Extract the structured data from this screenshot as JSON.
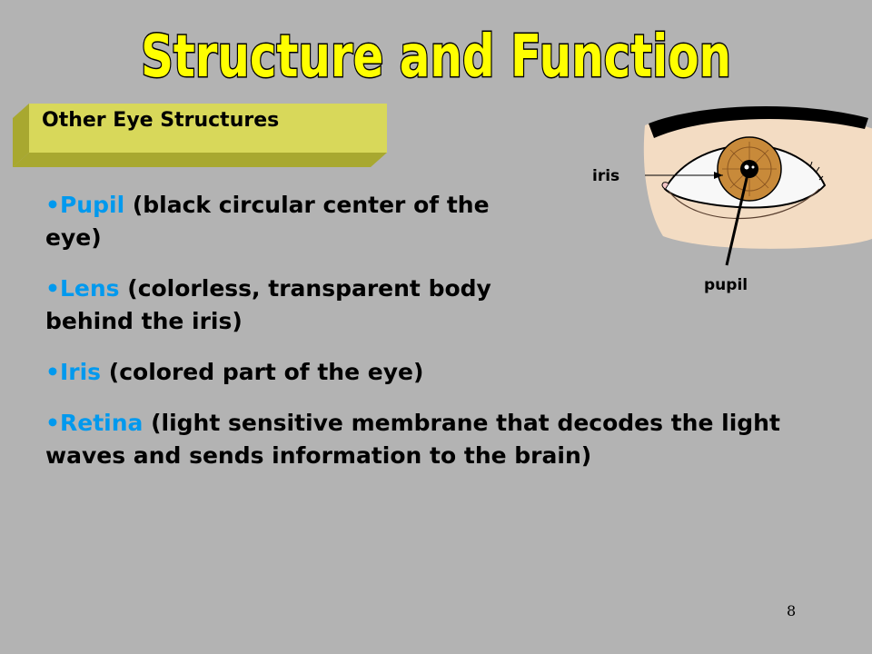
{
  "slide": {
    "title": "Structure and Function",
    "section_label": "Other Eye Structures",
    "bullets": [
      {
        "marker": "•",
        "term": "Pupil",
        "desc": " (black circular center of the eye)"
      },
      {
        "marker": "•",
        "term": "Lens",
        "desc": " (colorless, transparent body behind the iris)"
      },
      {
        "marker": "•",
        "term": "Iris",
        "desc": " (colored part of the eye)"
      },
      {
        "marker": "•",
        "term": "Retina",
        "desc": " (light sensitive membrane that decodes the light waves and sends information to the brain)"
      }
    ],
    "diagram_labels": {
      "iris": "iris",
      "pupil": "pupil"
    },
    "page_number": "8"
  },
  "colors": {
    "background": "#b3b3b3",
    "title_fill": "#ffff00",
    "term": "#0099ee",
    "section_box_front": "#d8d85a",
    "section_box_side": "#a8a830"
  },
  "icons": {
    "eye_illustration": "eye-diagram-icon"
  }
}
